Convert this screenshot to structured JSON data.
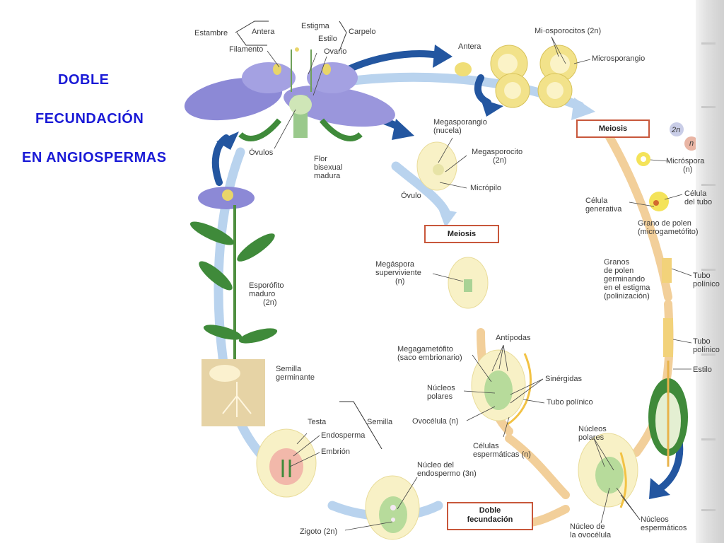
{
  "title": {
    "line1": "DOBLE",
    "line2": "FECUNDACIÓN",
    "line3": "EN ANGIOSPERMAS"
  },
  "colors": {
    "title": "#1a1ad6",
    "cycle_arrow": "#b9d3ee",
    "male_arrow": "#f2cf9a",
    "big_arrow": "#2356a0",
    "box_border": "#c8573b",
    "petal": "#8c89d6",
    "leaf": "#3f8a3a"
  },
  "labels": {
    "estambre": "Estambre",
    "antera_flor": "Antera",
    "filamento": "Filamento",
    "estigma": "Estigma",
    "estilo_flor": "Estilo",
    "ovario": "Ovario",
    "carpelo": "Carpelo",
    "ovulos": "Óvulos",
    "flor1": "Flor",
    "flor2": "bisexual",
    "flor3": "madura",
    "antera": "Antera",
    "microsporocitos": "Mi·osporocitos (2n)",
    "microsporangio": "Microsporangio",
    "megasporangio1": "Megasporangio",
    "megasporangio2": "(nucela)",
    "megasporocito1": "Megasporocito",
    "megasporocito2": "(2n)",
    "micropilo": "Micrópilo",
    "ovulo": "Óvulo",
    "microspora1": "Micróspora",
    "microspora2": "(n)",
    "celula_generativa1": "Célula",
    "celula_generativa2": "generativa",
    "celula_tubo1": "Célula",
    "celula_tubo2": "del tubo",
    "grano_polen1": "Grano de polen",
    "grano_polen2": "(microgametófito)",
    "megaspora1": "Megáspora",
    "megaspora2": "superviviente",
    "megaspora3": "(n)",
    "granos1": "Granos",
    "granos2": "de polen",
    "granos3": "germinando",
    "granos4": "en el estigma",
    "granos5": "(polinización)",
    "tubo_polinico_a1": "Tubo",
    "tubo_polinico_a2": "polínico",
    "esporofito1": "Esporófito",
    "esporofito2": "maduro",
    "esporofito3": "(2n)",
    "antipodas": "Antípodas",
    "megagametofito1": "Megagametófito",
    "megagametofito2": "(saco embrionario)",
    "tubo_polinico_b1": "Tubo",
    "tubo_polinico_b2": "polínico",
    "estilo": "Estilo",
    "sinergidas": "Sinérgidas",
    "nucleos_polares_a1": "Núcleos",
    "nucleos_polares_a2": "polares",
    "tubo_polinico_c": "Tubo polínico",
    "ovocelula": "Ovocélula (n)",
    "semilla_germinante1": "Semilla",
    "semilla_germinante2": "germinante",
    "testa": "Testa",
    "semilla": "Semilla",
    "endosperma": "Endosperma",
    "embrion": "Embrión",
    "celulas_espermaticas1": "Células",
    "celulas_espermaticas2": "espermáticas (n)",
    "nucleos_polares_b1": "Núcleos",
    "nucleos_polares_b2": "polares",
    "nucleo_endospermo1": "Núcleo del",
    "nucleo_endospermo2": "endospermo (3n)",
    "zigoto": "Zigoto (2n)",
    "nucleo_ovocelula1": "Núcleo de",
    "nucleo_ovocelula2": "la ovocélula",
    "nucleos_espermaticos1": "Núcleos",
    "nucleos_espermaticos2": "espermáticos",
    "ploidy_2n": "2n",
    "ploidy_n": "n"
  },
  "boxes": {
    "meiosis_male": "Meiosis",
    "meiosis_female": "Meiosis",
    "doble_fecundacion1": "Doble",
    "doble_fecundacion2": "fecundación"
  }
}
